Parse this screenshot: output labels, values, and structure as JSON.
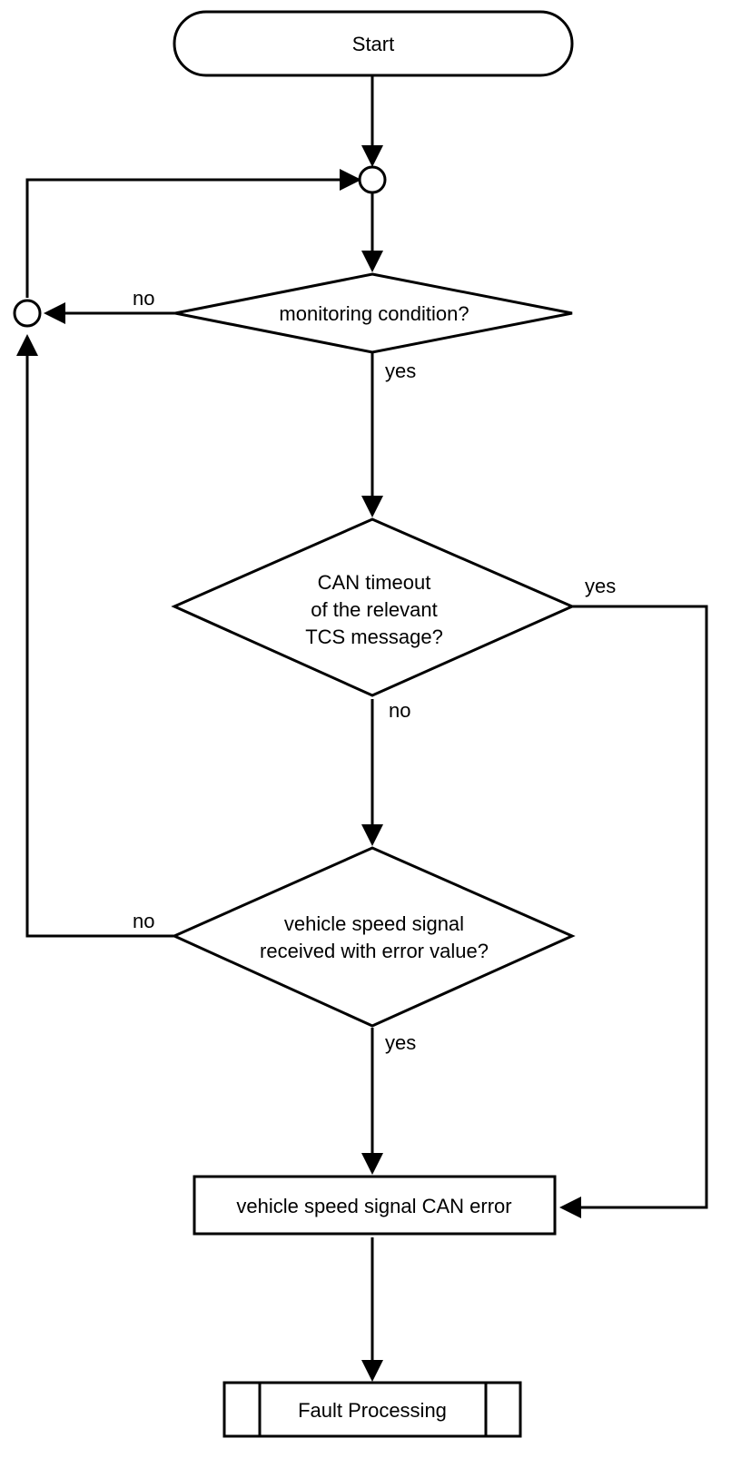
{
  "flowchart": {
    "start": "Start",
    "decision_monitoring": "monitoring condition?",
    "decision_timeout": [
      "CAN timeout",
      "of the relevant",
      "TCS message?"
    ],
    "decision_speed_signal": [
      "vehicle speed signal",
      "received with error value?"
    ],
    "process_error": "vehicle speed signal CAN error",
    "subprocess_fault": "Fault Processing",
    "labels": {
      "monitoring_no": "no",
      "monitoring_yes": "yes",
      "timeout_yes": "yes",
      "timeout_no": "no",
      "speed_no": "no",
      "speed_yes": "yes"
    }
  }
}
